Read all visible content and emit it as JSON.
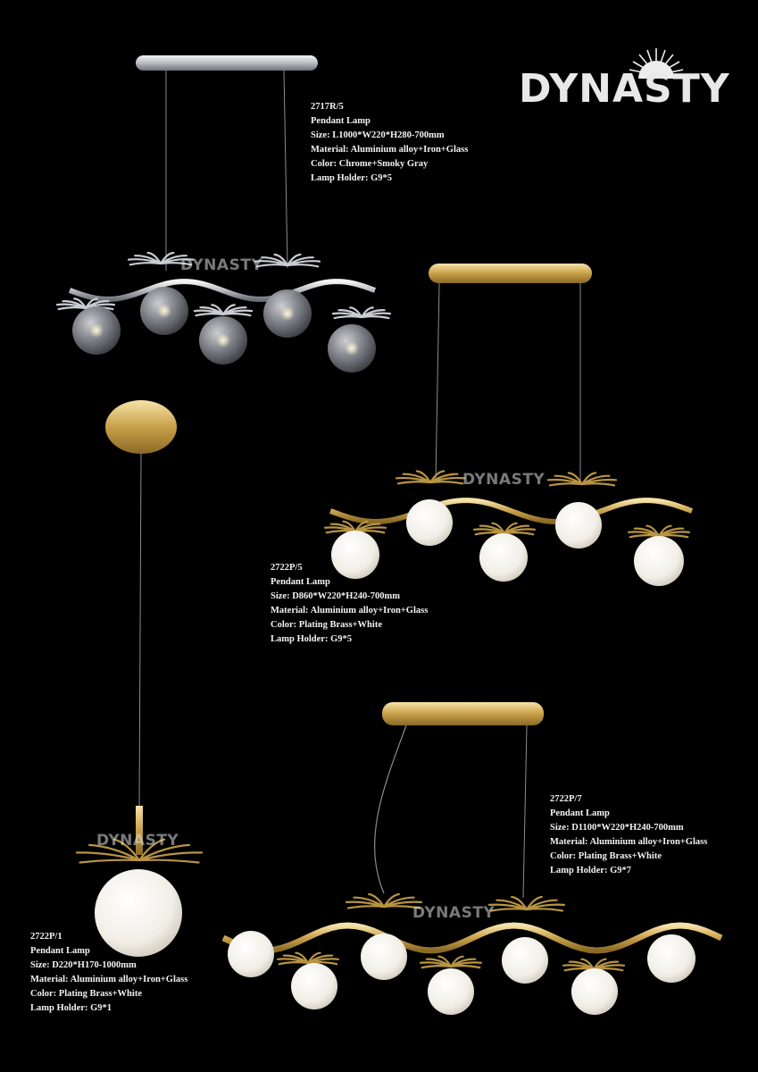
{
  "brand": {
    "name": "DYNASTY"
  },
  "watermark": "DYNASTY",
  "products": [
    {
      "model": "2717R/5",
      "type": "Pendant Lamp",
      "size": "Size: L1000*W220*H280-700mm",
      "material": "Material: Aluminium alloy+Iron+Glass",
      "color": "Color: Chrome+Smoky Gray",
      "holder": "Lamp Holder: G9*5"
    },
    {
      "model": "2722P/5",
      "type": "Pendant Lamp",
      "size": "Size: D860*W220*H240-700mm",
      "material": "Material: Aluminium alloy+Iron+Glass",
      "color": "Color: Plating Brass+White",
      "holder": "Lamp Holder: G9*5"
    },
    {
      "model": "2722P/7",
      "type": "Pendant Lamp",
      "size": "Size: D1100*W220*H240-700mm",
      "material": "Material: Aluminium alloy+Iron+Glass",
      "color": "Color: Plating Brass+White",
      "holder": "Lamp Holder: G9*7"
    },
    {
      "model": "2722P/1",
      "type": "Pendant Lamp",
      "size": "Size: D220*H170-1000mm",
      "material": "Material: Aluminium alloy+Iron+Glass",
      "color": "Color: Plating Brass+White",
      "holder": "Lamp Holder: G9*1"
    }
  ],
  "colors": {
    "background": "#000000",
    "chrome": "#c9ccd2",
    "smoky_glass": "#8a8d94",
    "brass": "#c8a24a",
    "opal_glass": "#f4f2ec"
  }
}
